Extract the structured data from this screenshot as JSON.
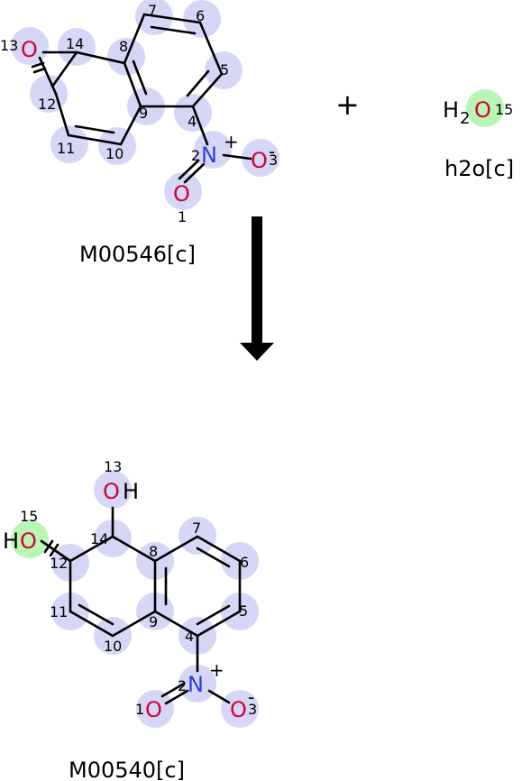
{
  "reactants": [
    {
      "name": "M00546[c]"
    },
    {
      "name": "h2o[c]",
      "formula_h": "H",
      "formula_sub": "2",
      "formula_o": "O",
      "atom_index": "15"
    }
  ],
  "product": {
    "name": "M00540[c]"
  },
  "plus_sign": "+",
  "atoms": {
    "O": "O",
    "N": "N",
    "H": "H",
    "charge_plus": "+",
    "charge_minus": "-"
  },
  "indices": {
    "i1": "1",
    "i2": "2",
    "i3": "3",
    "i4": "4",
    "i5": "5",
    "i6": "6",
    "i7": "7",
    "i8": "8",
    "i9": "9",
    "i10": "10",
    "i11": "11",
    "i12": "12",
    "i13": "13",
    "i14": "14",
    "i15": "15"
  },
  "colors": {
    "highlight_blue": "#d6d6f7",
    "highlight_green": "#b9f5b3",
    "oxygen": "#d4003a",
    "nitrogen": "#2c3ee6"
  }
}
